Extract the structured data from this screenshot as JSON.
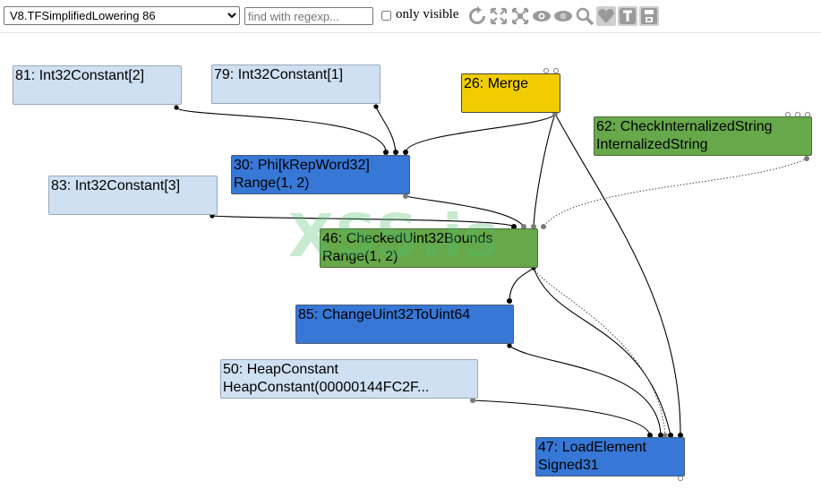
{
  "toolbar": {
    "phase_selected": "V8.TFSimplifiedLowering 86",
    "search_placeholder": "find with regexp...",
    "only_visible_label": "only visible",
    "only_visible_checked": false,
    "icons": [
      "layout-icon",
      "show-all-icon",
      "toggle-hide-icon",
      "hide-unselected-icon",
      "hide-selected-icon",
      "zoom-selection-icon",
      "toggle-types-icon",
      "toggle-cache-icon"
    ]
  },
  "colors": {
    "constant_node": "#cfe0f2",
    "blue_node": "#3777d6",
    "green_node": "#66a84a",
    "merge_node": "#f0cc00"
  },
  "graph": {
    "nodes": {
      "n81": {
        "line1": "81: Int32Constant[2]"
      },
      "n79": {
        "line1": "79: Int32Constant[1]"
      },
      "n26": {
        "line1": "26: Merge"
      },
      "n62": {
        "line1": "62: CheckInternalizedString",
        "line2": "InternalizedString"
      },
      "n30": {
        "line1": "30: Phi[kRepWord32]",
        "line2": "Range(1, 2)"
      },
      "n83": {
        "line1": "83: Int32Constant[3]"
      },
      "n46": {
        "line1": "46: CheckedUint32Bounds",
        "line2": "Range(1, 2)"
      },
      "n85": {
        "line1": "85: ChangeUint32ToUint64"
      },
      "n50": {
        "line1": "50: HeapConstant",
        "line2": "HeapConstant(00000144FC2F..."
      },
      "n47": {
        "line1": "47: LoadElement",
        "line2": "Signed31"
      }
    }
  },
  "watermark": "XSS.is"
}
